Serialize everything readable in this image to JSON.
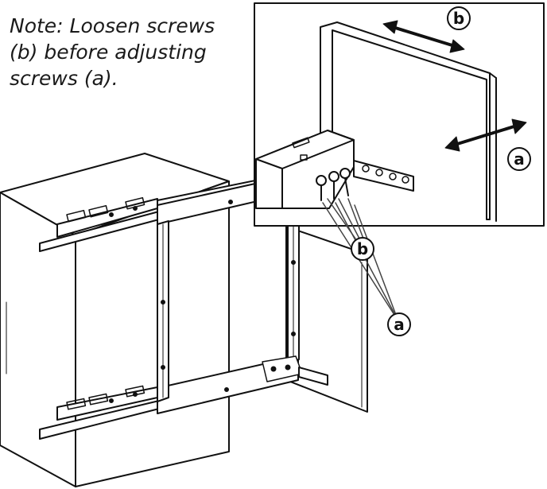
{
  "note": {
    "lines": [
      "Note: Loosen screws",
      "(b) before adjusting",
      "screws (a)."
    ]
  },
  "callouts": {
    "inset_b": "b",
    "inset_a": "a",
    "main_b": "b",
    "main_a": "a"
  },
  "colors": {
    "line": "#111111",
    "fill": "#ffffff",
    "leader": "#444444"
  },
  "icons": [
    "double-arrow-icon",
    "screw-icon"
  ]
}
